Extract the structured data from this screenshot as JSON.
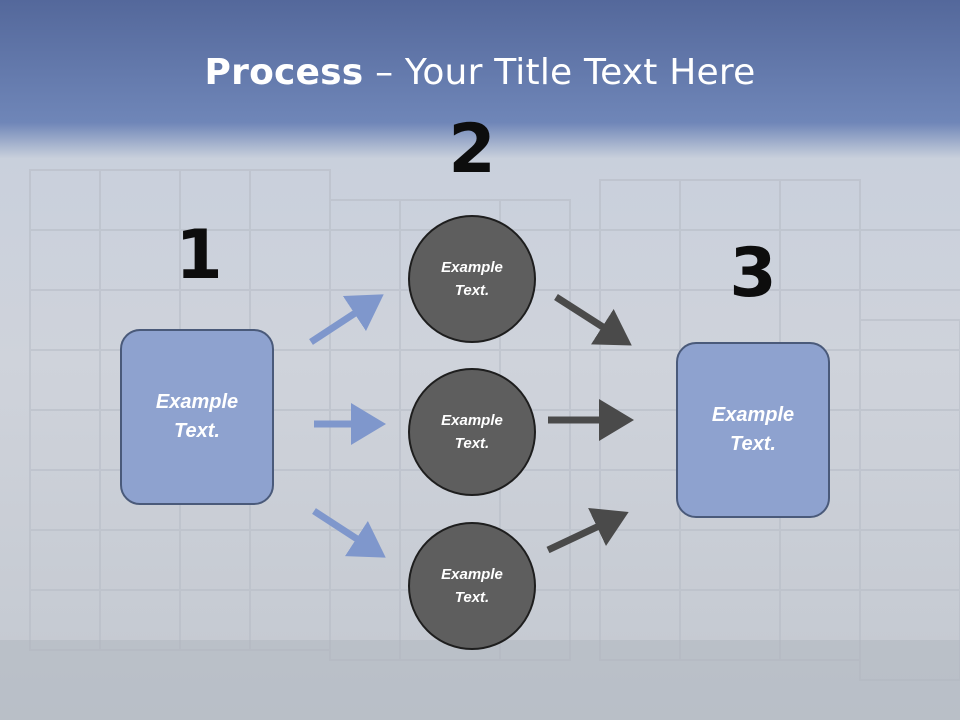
{
  "title": {
    "bold": "Process",
    "rest": " – Your Title Text Here"
  },
  "steps": {
    "one": {
      "number": "1",
      "label": "Example\nText."
    },
    "two": {
      "number": "2",
      "circles": [
        "Example\nText.",
        "Example\nText.",
        "Example\nText."
      ]
    },
    "three": {
      "number": "3",
      "label": "Example\nText."
    }
  },
  "colors": {
    "box_fill": "#8ea2cf",
    "circle_fill": "#5e5e5e",
    "arrow_left": "#7f97cc",
    "arrow_right": "#4a4a4a",
    "header": "#5c72a6"
  }
}
